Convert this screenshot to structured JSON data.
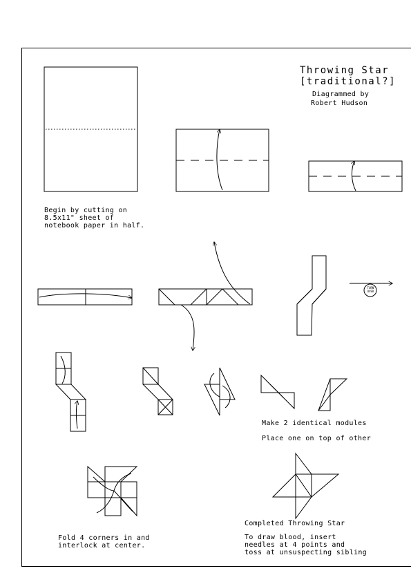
{
  "title": {
    "line1": "Throwing Star",
    "line2": "[traditional?]",
    "credit_line1": "Diagrammed by",
    "credit_line2": "Robert Hudson"
  },
  "steps": {
    "step1_line1": "Begin by cutting on",
    "step1_line2": "8.5x11\" sheet of",
    "step1_line3": "notebook paper in half.",
    "turn_over_badge": "TURN OVER",
    "modules_line1": "Make 2 identical modules",
    "modules_line2": "Place one on top of other",
    "fold_line1": "Fold 4 corners in and",
    "fold_line2": "interlock at center.",
    "completed": "Completed Throwing Star",
    "note_line1": "To draw blood, insert",
    "note_line2": "needles at 4 points and",
    "note_line3": "toss at unsuspecting sibling"
  }
}
